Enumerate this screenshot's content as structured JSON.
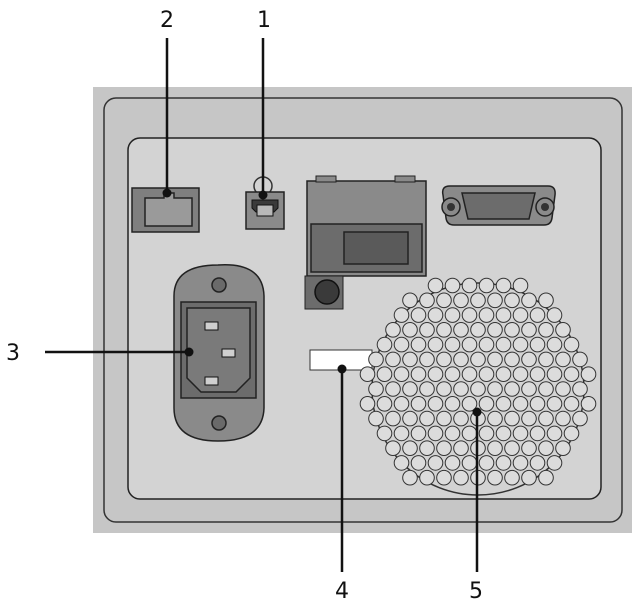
{
  "callouts": [
    {
      "id": "1",
      "label": "1"
    },
    {
      "id": "2",
      "label": "2"
    },
    {
      "id": "3",
      "label": "3"
    },
    {
      "id": "4",
      "label": "4"
    },
    {
      "id": "5",
      "label": "5"
    }
  ],
  "colors": {
    "panel_outer": "#c6c6c6",
    "panel_inner": "#d3d3d3",
    "panel_border": "#333333",
    "connector_fill": "#8a8a8a",
    "socket_dark": "#3a3a3a",
    "fan_fill": "#dcdcdc",
    "leader_line": "#111111"
  }
}
